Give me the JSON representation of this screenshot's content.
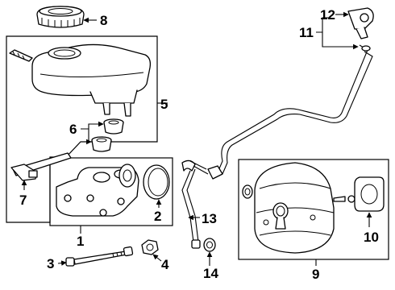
{
  "callouts": {
    "c1": "1",
    "c2": "2",
    "c3": "3",
    "c4": "4",
    "c5": "5",
    "c6": "6",
    "c7": "7",
    "c8": "8",
    "c9": "9",
    "c10": "10",
    "c11": "11",
    "c12": "12",
    "c13": "13",
    "c14": "14"
  },
  "colors": {
    "ink": "#000000",
    "background": "#ffffff"
  }
}
